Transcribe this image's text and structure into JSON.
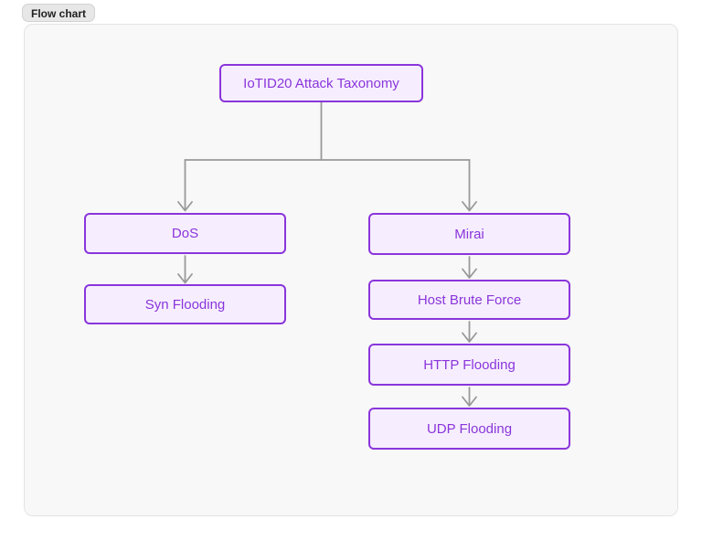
{
  "badge": {
    "label": "Flow chart"
  },
  "theme": {
    "page_background": "#ffffff",
    "canvas_background": "#f8f8f8",
    "canvas_border": "#e3e3e3",
    "node_fill": "#f6eefe",
    "node_border": "#8a35db",
    "node_text": "#8a35db",
    "edge_color": "#999999",
    "badge_background": "#e7e7e7",
    "badge_border": "#d2d2d2",
    "badge_text": "#1f1f1f"
  },
  "chart_data": {
    "type": "flowchart",
    "title": "Flow chart",
    "orientation": "top-down",
    "nodes": [
      {
        "id": "root",
        "label": "IoTID20 Attack Taxonomy"
      },
      {
        "id": "dos",
        "label": "DoS"
      },
      {
        "id": "mirai",
        "label": "Mirai"
      },
      {
        "id": "syn",
        "label": "Syn Flooding"
      },
      {
        "id": "hbf",
        "label": "Host Brute Force"
      },
      {
        "id": "http",
        "label": "HTTP Flooding"
      },
      {
        "id": "udp",
        "label": "UDP Flooding"
      }
    ],
    "edges": [
      {
        "from": "root",
        "to": "dos"
      },
      {
        "from": "root",
        "to": "mirai"
      },
      {
        "from": "dos",
        "to": "syn"
      },
      {
        "from": "mirai",
        "to": "hbf"
      },
      {
        "from": "hbf",
        "to": "http"
      },
      {
        "from": "http",
        "to": "udp"
      }
    ]
  }
}
